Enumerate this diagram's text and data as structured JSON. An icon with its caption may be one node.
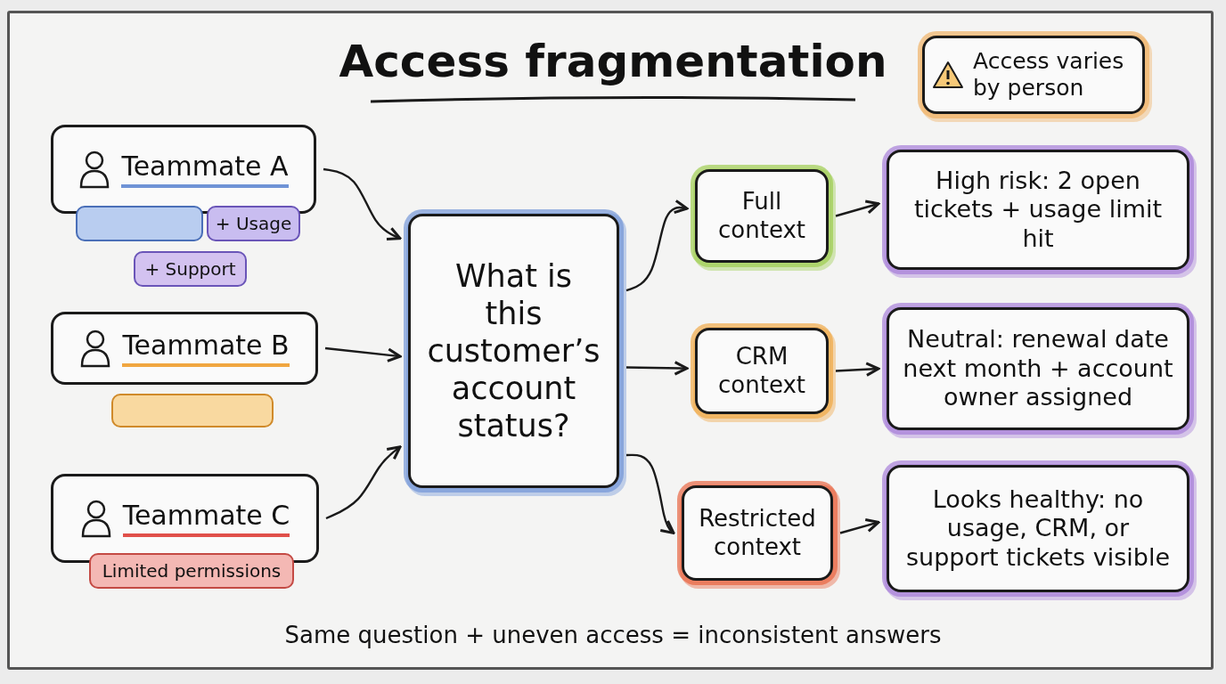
{
  "diagram": {
    "title": "Access fragmentation",
    "caption": "Same question + uneven access = inconsistent answers",
    "nodes": [
      {
        "text": [
          "Teammate A"
        ]
      },
      {
        "text": [],
        "shape": "box"
      },
      {
        "text": [
          "+ Usage"
        ]
      },
      {
        "text": [
          "+ Support"
        ]
      },
      {
        "text": [
          "Teammate B"
        ]
      },
      {
        "text": [],
        "shape": "box"
      },
      {
        "text": [
          "Teammate C"
        ]
      },
      {
        "text": [
          "Limited permissions"
        ]
      },
      {
        "text": [
          "What is this customer’s account status?"
        ]
      },
      {
        "text": [
          "Full context"
        ]
      },
      {
        "text": [
          "CRM context"
        ]
      },
      {
        "text": [
          "Restricted context"
        ]
      },
      {
        "text": [
          "High risk: 2 open tickets + usage limit hit"
        ]
      },
      {
        "text": [
          "Neutral: renewal date next month + account owner assigned"
        ]
      },
      {
        "text": [
          "Looks healthy: no usage, CRM, or support tickets visible"
        ]
      },
      {
        "text": [
          "Access varies by person"
        ]
      }
    ],
    "edges": [
      {
        "from": 0,
        "to": 8,
        "arrow": "to"
      },
      {
        "from": 4,
        "to": 8,
        "arrow": "to"
      },
      {
        "from": 6,
        "to": 8,
        "arrow": "to"
      },
      {
        "from": 8,
        "to": 9,
        "arrow": "to"
      },
      {
        "from": 8,
        "to": 10,
        "arrow": "to"
      },
      {
        "from": 8,
        "to": 11,
        "arrow": "to"
      },
      {
        "from": 9,
        "to": 12,
        "arrow": "to"
      },
      {
        "from": 10,
        "to": 13,
        "arrow": "to"
      },
      {
        "from": 11,
        "to": 14,
        "arrow": "to"
      }
    ]
  }
}
